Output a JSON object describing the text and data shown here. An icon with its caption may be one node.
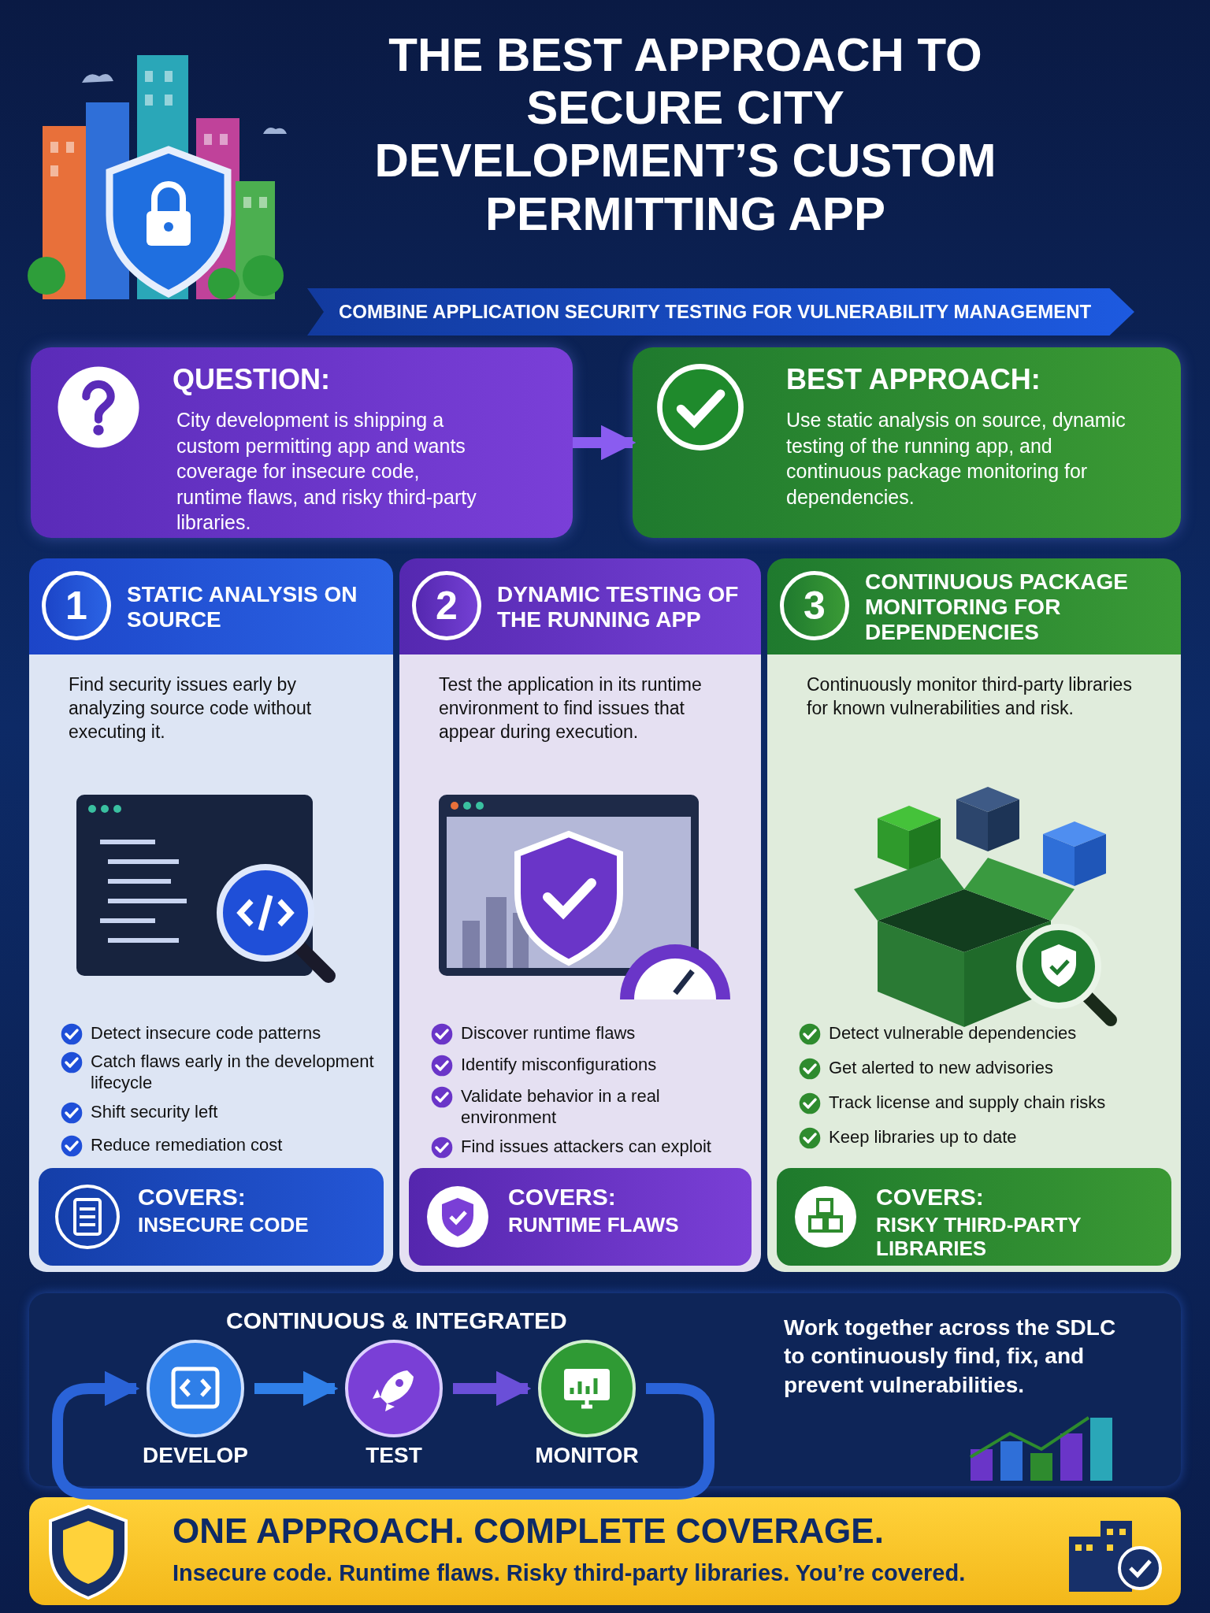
{
  "diagram": {
    "title": "THE BEST APPROACH TO SECURE CITY DEVELOPMENT’S CUSTOM PERMITTING APP",
    "nodes": [
      {
        "text": [
          "QUESTION:",
          "City development is shipping a custom permitting app and wants coverage for insecure code, runtime flaws, and risky third-party libraries."
        ]
      },
      {
        "text": [
          "BEST APPROACH:",
          "Use static analysis on source, dynamic testing of the running app, and continuous package monitoring for dependencies."
        ]
      },
      {
        "text": [
          "1",
          "STATIC ANALYSIS ON SOURCE",
          "Find security issues early by analyzing source code without executing it.",
          "Detect insecure code patterns",
          "Catch flaws early in the development lifecycle",
          "Shift security left",
          "Reduce remediation cost"
        ]
      },
      {
        "text": [
          "COVERS:",
          "INSECURE CODE"
        ],
        "in": 2
      },
      {
        "text": [
          "2",
          "DYNAMIC TESTING OF THE RUNNING APP",
          "Test the application in its runtime environment to find issues that appear during execution.",
          "Discover runtime flaws",
          "Identify misconfigurations",
          "Validate behavior in a real environment",
          "Find issues attackers can exploit"
        ]
      },
      {
        "text": [
          "COVERS:",
          "RUNTIME FLAWS"
        ],
        "in": 4
      },
      {
        "text": [
          "3",
          "CONTINUOUS PACKAGE MONITORING FOR DEPENDENCIES",
          "Continuously monitor third-party libraries for known vulnerabilities and risk.",
          "Detect vulnerable dependencies",
          "Get alerted to new advisories",
          "Track license and supply chain risks",
          "Keep libraries up to date"
        ]
      },
      {
        "text": [
          "COVERS:",
          "RISKY THIRD-PARTY LIBRARIES"
        ],
        "in": 6
      },
      {
        "text": [
          "CONTINUOUS & INTEGRATED",
          "Work together across the SDLC to continuously find, fix, and prevent vulnerabilities."
        ]
      },
      {
        "text": [
          "DEVELOP"
        ],
        "in": 8
      },
      {
        "text": [
          "TEST"
        ],
        "in": 8
      },
      {
        "text": [
          "MONITOR"
        ],
        "in": 8
      },
      {
        "text": [
          "ONE APPROACH. COMPLETE COVERAGE.",
          "Insecure code. Runtime flaws. Risky third-party libraries. You’re covered."
        ]
      }
    ],
    "edges": [
      {
        "from": 0,
        "to": 1,
        "arrow": "to",
        "color": "#8a5cf0"
      },
      {
        "from": 9,
        "to": 10,
        "arrow": "to",
        "color": "#2f7fe8"
      },
      {
        "from": 10,
        "to": 11,
        "arrow": "to",
        "color": "#6a4fd8"
      },
      {
        "from": 11,
        "to": 9,
        "arrow": "to",
        "color": "#2a63d8"
      }
    ],
    "labels": [
      "COMBINE APPLICATION SECURITY TESTING FOR VULNERABILITY MANAGEMENT"
    ]
  }
}
